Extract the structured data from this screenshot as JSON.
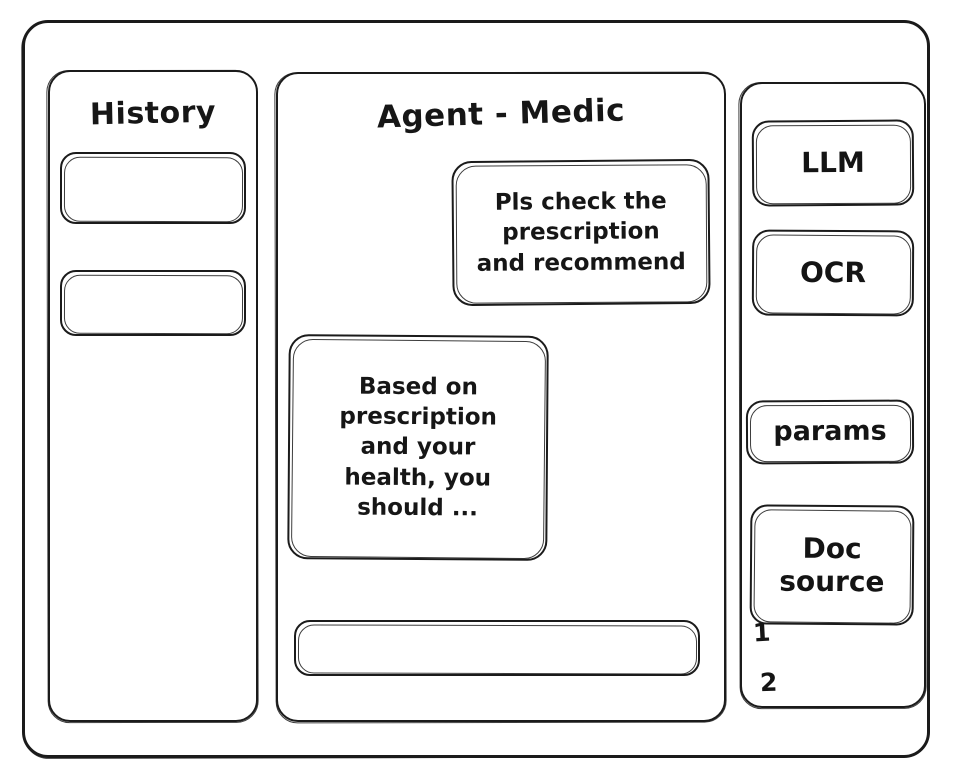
{
  "window": {
    "name": "agent-medic-wireframe"
  },
  "history": {
    "title": "History",
    "items": [
      {
        "label": ""
      },
      {
        "label": ""
      }
    ]
  },
  "chat": {
    "title": "Agent - Medic",
    "messages": [
      {
        "role": "user",
        "text": "Pls check the\nprescription\nand recommend"
      },
      {
        "role": "assistant",
        "text": "Based on\nprescription\nand your\nhealth, you\nshould ..."
      }
    ],
    "composer": {
      "value": "",
      "placeholder": ""
    }
  },
  "tools": {
    "items": [
      {
        "label": "LLM"
      },
      {
        "label": "OCR"
      },
      {
        "label": "params"
      },
      {
        "label": "Doc\nsource"
      }
    ],
    "doc_sources": [
      {
        "index": "1"
      },
      {
        "index": "2"
      }
    ]
  },
  "colors": {
    "stroke": "#1b1b1b",
    "background": "#ffffff",
    "text": "#161616"
  }
}
